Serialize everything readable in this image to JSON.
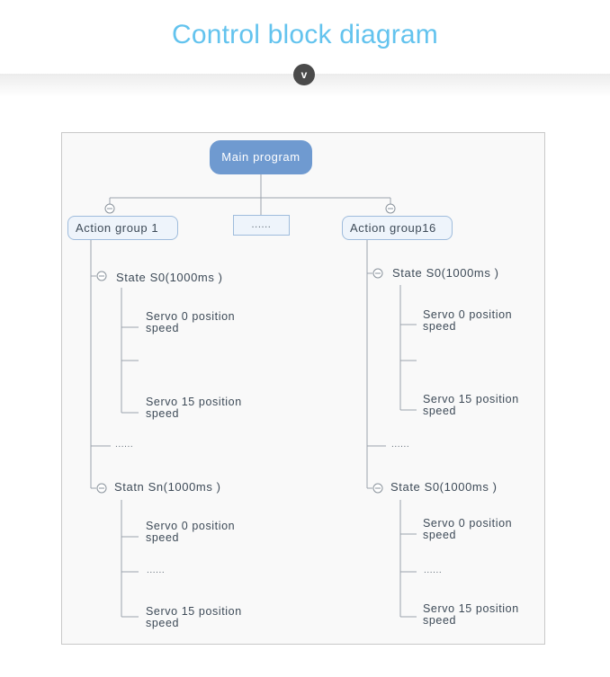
{
  "header": {
    "title": "Control block diagram",
    "chevron": "v"
  },
  "diagram": {
    "main": "Main program",
    "group_left": "Action group 1",
    "group_middle": "......",
    "group_right": "Action group16",
    "left": {
      "state1": "State S0(1000ms )",
      "s1_leaf1_line1": "Servo 0 position",
      "s1_leaf1_line2": "speed",
      "s1_leaf2_line1": "Servo 15 position",
      "s1_leaf2_line2": "speed",
      "mid_dots": "......",
      "state2": "Statn Sn(1000ms )",
      "s2_leaf1_line1": "Servo 0 position",
      "s2_leaf1_line2": "speed",
      "s2_dots": "......",
      "s2_leaf2_line1": "Servo 15 position",
      "s2_leaf2_line2": "speed"
    },
    "right": {
      "state1": "State S0(1000ms )",
      "s1_leaf1_line1": "Servo 0 position",
      "s1_leaf1_line2": "speed",
      "s1_leaf2_line1": "Servo 15 position",
      "s1_leaf2_line2": "speed",
      "mid_dots": "......",
      "state2": "State S0(1000ms )",
      "s2_leaf1_line1": "Servo 0 position",
      "s2_leaf1_line2": "speed",
      "s2_dots": "......",
      "s2_leaf2_line1": "Servo 15 position",
      "s2_leaf2_line2": "speed"
    }
  },
  "colors": {
    "title": "#63c3ee",
    "main_node": "#6f9ad0",
    "line": "#9aa3ad",
    "node_border": "#9fbcdc"
  },
  "icons": {
    "collapse": "circle-minus-icon",
    "chevron": "chevron-down-icon"
  }
}
